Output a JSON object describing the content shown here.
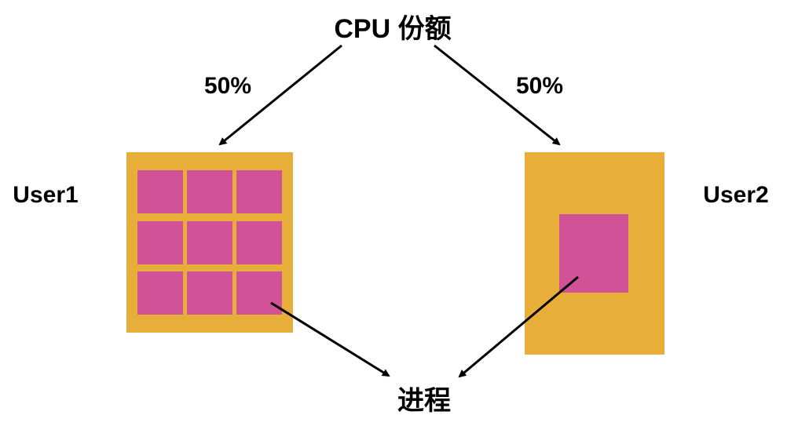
{
  "title": "CPU 份额",
  "share_left": "50%",
  "share_right": "50%",
  "user1": "User1",
  "user2": "User2",
  "process_label": "进程",
  "colors": {
    "container": "#E8AE3A",
    "process": "#D15297",
    "arrow": "#000000"
  },
  "user1_process_count": 9,
  "user2_process_count": 1
}
